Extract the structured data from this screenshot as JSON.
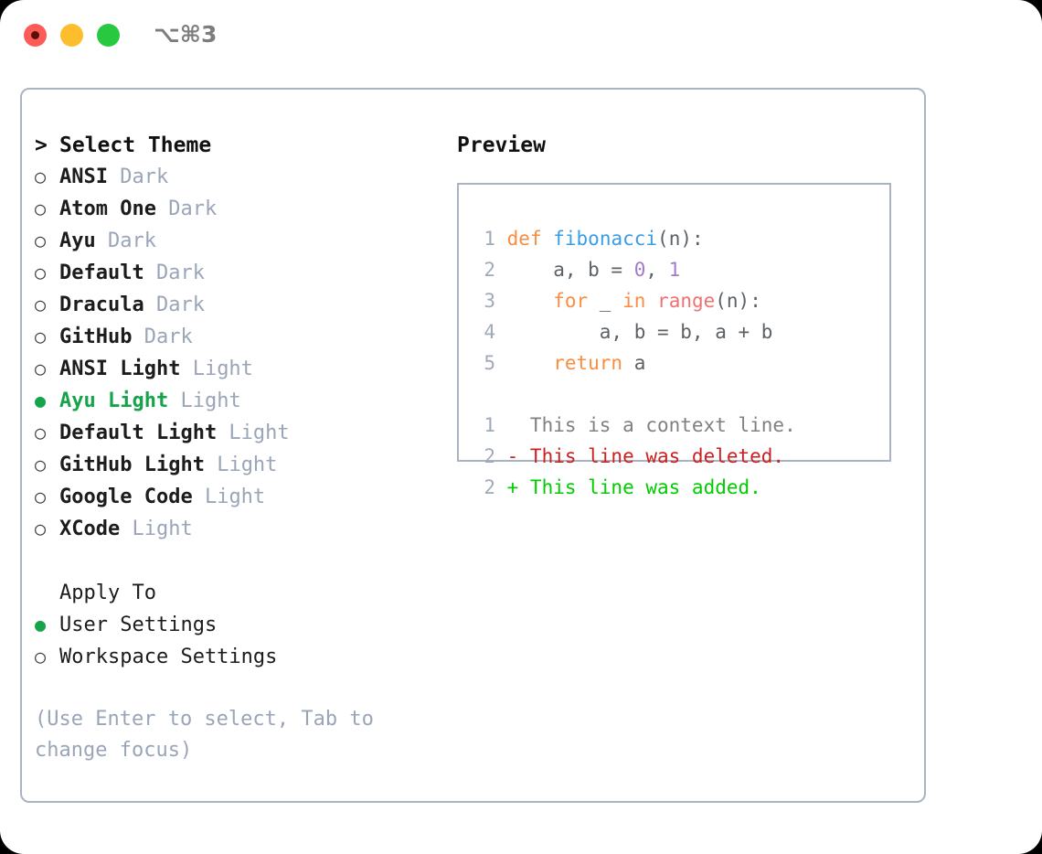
{
  "window": {
    "traffic_lights": [
      "close",
      "minimize",
      "zoom"
    ],
    "shortcut": "⌥⌘3"
  },
  "theme_panel": {
    "heading": "Select Theme",
    "caret": ">",
    "bullet_unselected": "○",
    "bullet_selected": "●",
    "accent_color": "#16a34a",
    "muted_color": "#9aa5b8",
    "items": [
      {
        "name": "ANSI",
        "variant": "Dark",
        "selected": false
      },
      {
        "name": "Atom One",
        "variant": "Dark",
        "selected": false
      },
      {
        "name": "Ayu",
        "variant": "Dark",
        "selected": false
      },
      {
        "name": "Default",
        "variant": "Dark",
        "selected": false
      },
      {
        "name": "Dracula",
        "variant": "Dark",
        "selected": false
      },
      {
        "name": "GitHub",
        "variant": "Dark",
        "selected": false
      },
      {
        "name": "ANSI Light",
        "variant": "Light",
        "selected": false
      },
      {
        "name": "Ayu Light",
        "variant": "Light",
        "selected": true
      },
      {
        "name": "Default Light",
        "variant": "Light",
        "selected": false
      },
      {
        "name": "GitHub Light",
        "variant": "Light",
        "selected": false
      },
      {
        "name": "Google Code",
        "variant": "Light",
        "selected": false
      },
      {
        "name": "XCode",
        "variant": "Light",
        "selected": false
      }
    ]
  },
  "apply_to": {
    "heading": "Apply To",
    "items": [
      {
        "name": "User Settings",
        "selected": true
      },
      {
        "name": "Workspace Settings",
        "selected": false
      }
    ]
  },
  "hint": "(Use Enter to select, Tab to change focus)",
  "preview": {
    "heading": "Preview",
    "code_lines": [
      {
        "number": "1",
        "tokens": [
          {
            "t": " ",
            "c": "pl"
          },
          {
            "t": "def",
            "c": "k"
          },
          {
            "t": " ",
            "c": "pl"
          },
          {
            "t": "fibonacci",
            "c": "fn"
          },
          {
            "t": "(n):",
            "c": "pl"
          }
        ]
      },
      {
        "number": "2",
        "tokens": [
          {
            "t": "     a, b = ",
            "c": "pl"
          },
          {
            "t": "0",
            "c": "num"
          },
          {
            "t": ", ",
            "c": "pl"
          },
          {
            "t": "1",
            "c": "num"
          }
        ]
      },
      {
        "number": "3",
        "tokens": [
          {
            "t": "     ",
            "c": "pl"
          },
          {
            "t": "for",
            "c": "k"
          },
          {
            "t": " _ ",
            "c": "pl"
          },
          {
            "t": "in",
            "c": "k"
          },
          {
            "t": " ",
            "c": "pl"
          },
          {
            "t": "range",
            "c": "bi"
          },
          {
            "t": "(n):",
            "c": "pl"
          }
        ]
      },
      {
        "number": "4",
        "tokens": [
          {
            "t": "         a, b = b, a + b",
            "c": "pl"
          }
        ]
      },
      {
        "number": "5",
        "tokens": [
          {
            "t": "     ",
            "c": "pl"
          },
          {
            "t": "return",
            "c": "k"
          },
          {
            "t": " a",
            "c": "pl"
          }
        ]
      }
    ],
    "diff_lines": [
      {
        "number": "1",
        "marker": "  ",
        "text": "This is a context line.",
        "kind": "ctx"
      },
      {
        "number": "2",
        "marker": "- ",
        "text": "This line was deleted.",
        "kind": "del"
      },
      {
        "number": "2",
        "marker": "+ ",
        "text": "This line was added.",
        "kind": "add"
      }
    ]
  }
}
